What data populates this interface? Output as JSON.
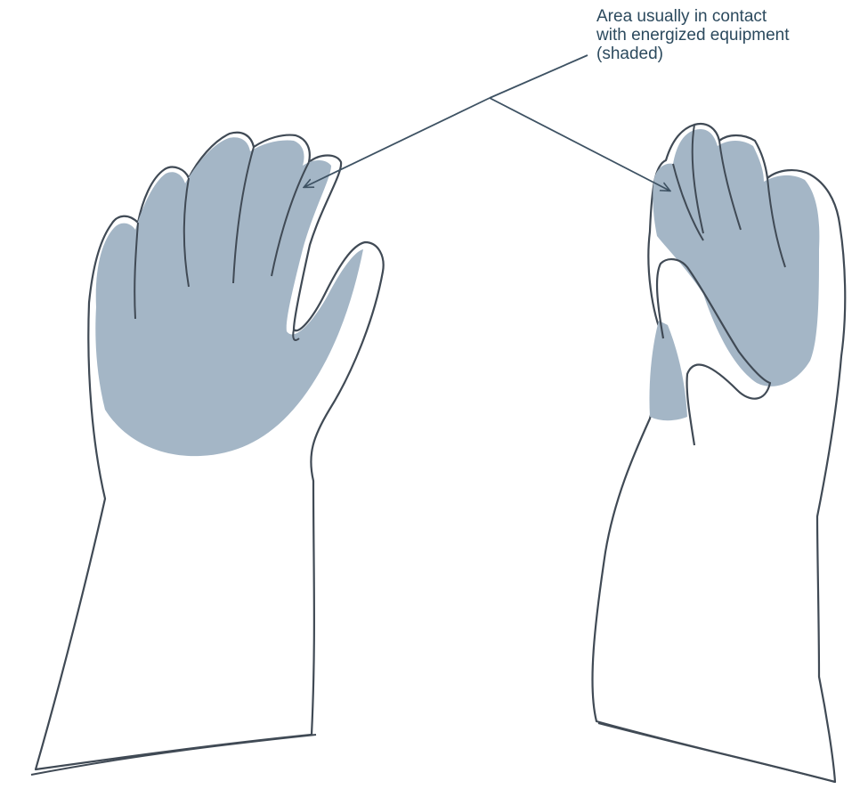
{
  "callout": {
    "lines": [
      "Area usually in contact",
      "with energized equipment",
      "(shaded)"
    ]
  },
  "colors": {
    "shaded": "#a4b6c6",
    "outline": "#404a55",
    "leader": "#3e5263",
    "glove": "#ffffff"
  },
  "figures": [
    "left-glove",
    "right-glove"
  ]
}
